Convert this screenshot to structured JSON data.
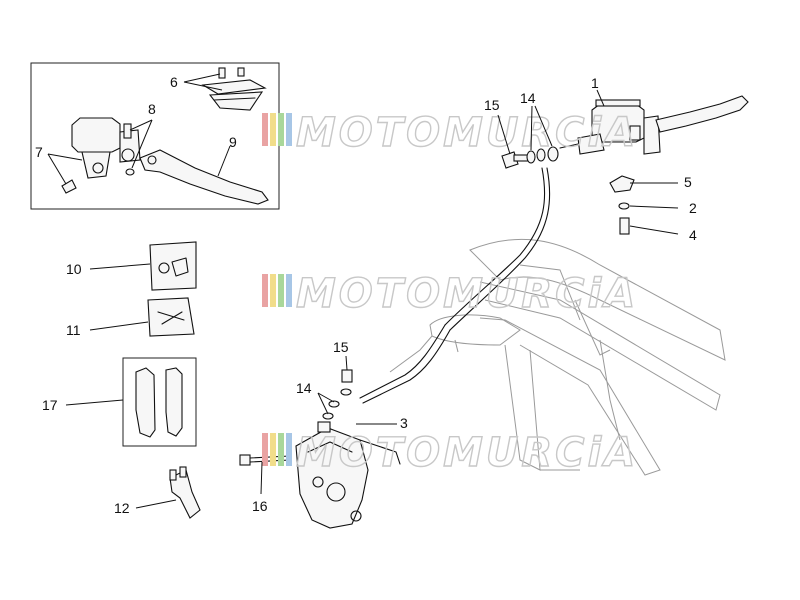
{
  "watermark": {
    "text": "MOTOMURCiA",
    "stripe_colors": [
      "#e9a3a3",
      "#f1dd8a",
      "#a9d79a",
      "#a7c6e6"
    ],
    "outline_color": "#c8c8c8"
  },
  "callouts": {
    "c1": "1",
    "c2": "2",
    "c3": "3",
    "c4": "4",
    "c5": "5",
    "c6": "6",
    "c7": "7",
    "c8": "8",
    "c9": "9",
    "c10": "10",
    "c11": "11",
    "c12": "12",
    "c14a": "14",
    "c14b": "14",
    "c15a": "15",
    "c15b": "15",
    "c16": "16",
    "c17": "17"
  }
}
